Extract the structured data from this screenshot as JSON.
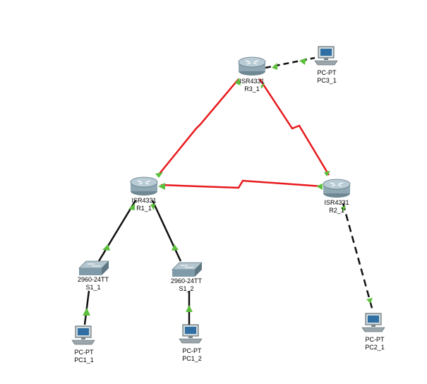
{
  "devices": {
    "r3": {
      "model": "ISR4331",
      "name": "R3_1"
    },
    "r1": {
      "model": "ISR4331",
      "name": "R1_1"
    },
    "r2": {
      "model": "ISR4331",
      "name": "R2_1"
    },
    "s1": {
      "model": "2960-24TT",
      "name": "S1_1"
    },
    "s2": {
      "model": "2960-24TT",
      "name": "S1_2"
    },
    "pc1": {
      "model": "PC-PT",
      "name": "PC1_1"
    },
    "pc2": {
      "model": "PC-PT",
      "name": "PC1_2"
    },
    "pc3": {
      "model": "PC-PT",
      "name": "PC3_1"
    },
    "pc4": {
      "model": "PC-PT",
      "name": "PC2_1"
    }
  },
  "colors": {
    "serial_link": "#e8181c",
    "ethernet_link": "#111111",
    "link_up_indicator": "#5cbf3c",
    "router_body": "#8ea7b3",
    "switch_body": "#7f9aa8"
  }
}
